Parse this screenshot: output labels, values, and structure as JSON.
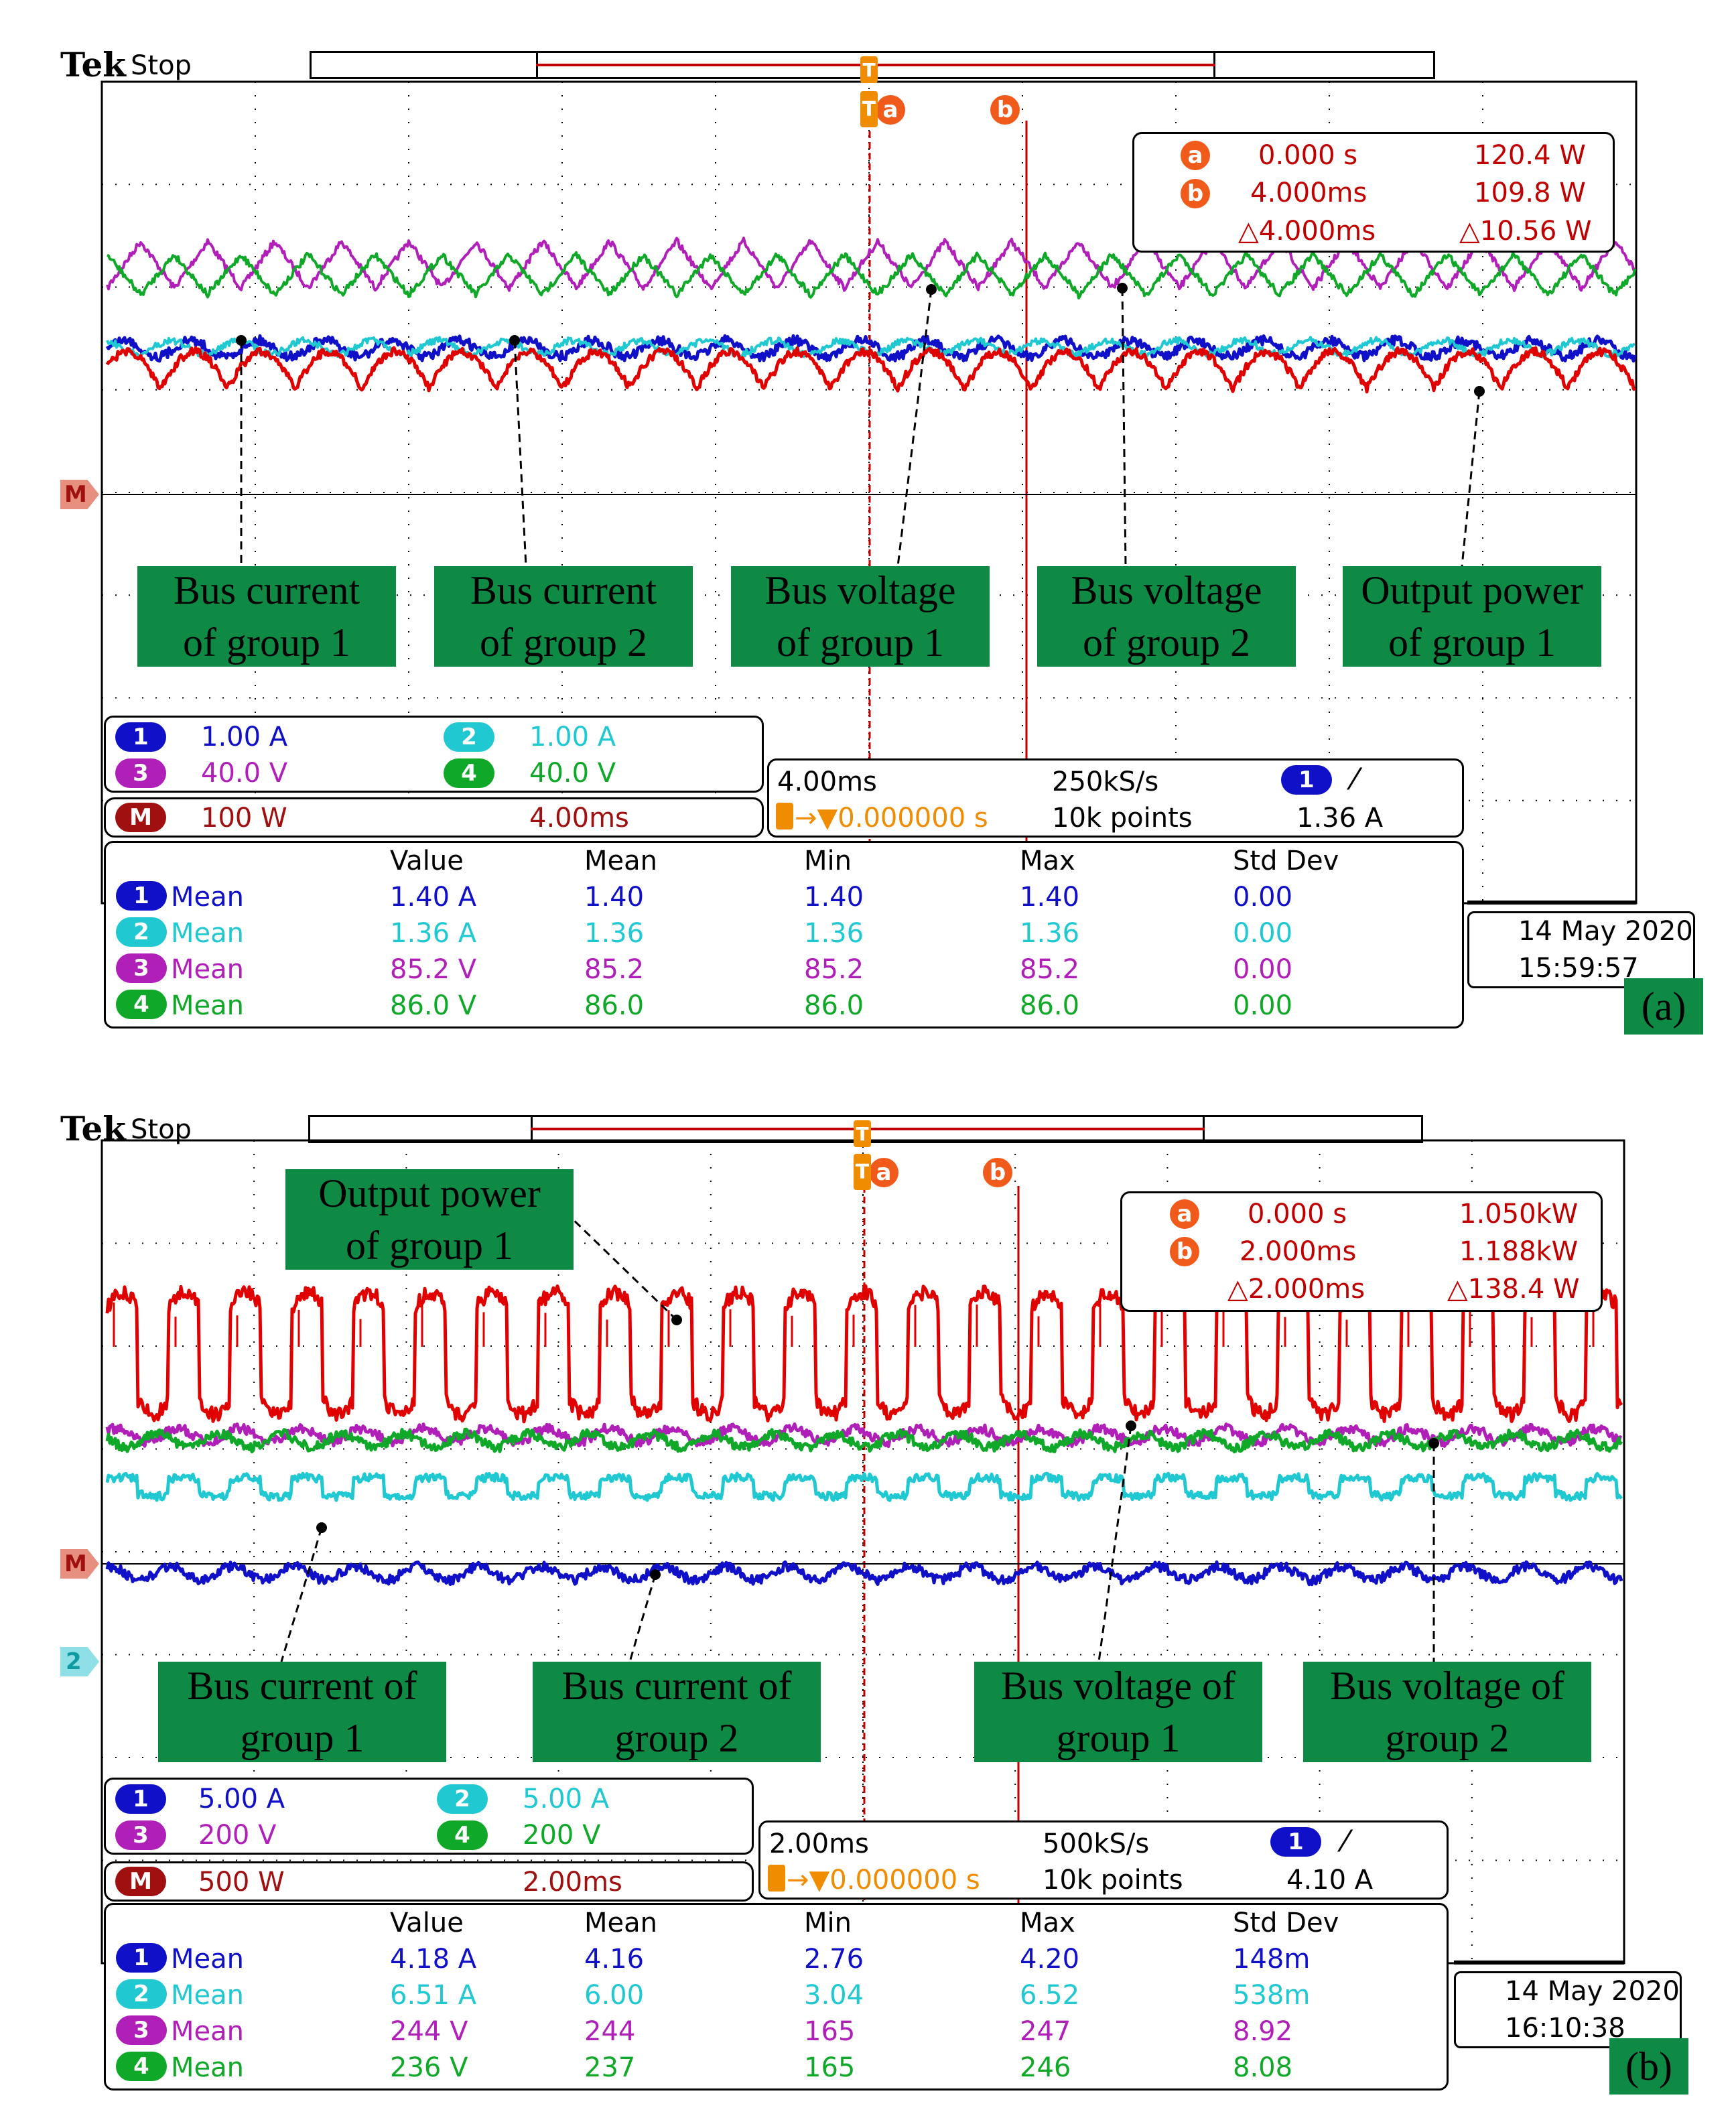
{
  "panels": [
    {
      "id": "a",
      "tek": "Tek",
      "status": "Stop",
      "cursor_a": "a",
      "cursor_b": "b",
      "trigger_marker": "T",
      "cursor_readout": {
        "a_time": "0.000 s",
        "a_value": "120.4 W",
        "b_time": "4.000ms",
        "b_value": "109.8 W",
        "delta_time": "△4.000ms",
        "delta_value": "△10.56 W"
      },
      "m_marker": "M",
      "labels": [
        "Bus current\nof group 1",
        "Bus current\nof group 2",
        "Bus voltage\nof group 1",
        "Bus voltage\nof group 2",
        "Output power\nof group 1"
      ],
      "channels": {
        "ch1": {
          "num": "1",
          "scale": "1.00 A"
        },
        "ch2": {
          "num": "2",
          "scale": "1.00 A"
        },
        "ch3": {
          "num": "3",
          "scale": "40.0 V"
        },
        "ch4": {
          "num": "4",
          "scale": "40.0 V"
        },
        "math": {
          "num": "M",
          "scale": "100 W",
          "time": "4.00ms"
        }
      },
      "timebase": {
        "time": "4.00ms",
        "rate": "250kS/s",
        "trig_ch": "1",
        "trig_slope": "⁄",
        "trig_pos": "→▼0.000000 s",
        "points": "10k points",
        "trig_level": "1.36 A"
      },
      "measure": {
        "headers": [
          "Value",
          "Mean",
          "Min",
          "Max",
          "Std Dev"
        ],
        "rows": [
          {
            "ch": "1",
            "label": "Mean",
            "cells": [
              "1.40 A",
              "1.40",
              "1.40",
              "1.40",
              "0.00"
            ]
          },
          {
            "ch": "2",
            "label": "Mean",
            "cells": [
              "1.36 A",
              "1.36",
              "1.36",
              "1.36",
              "0.00"
            ]
          },
          {
            "ch": "3",
            "label": "Mean",
            "cells": [
              "85.2 V",
              "85.2",
              "85.2",
              "85.2",
              "0.00"
            ]
          },
          {
            "ch": "4",
            "label": "Mean",
            "cells": [
              "86.0 V",
              "86.0",
              "86.0",
              "86.0",
              "0.00"
            ]
          }
        ]
      },
      "date": "14 May  2020",
      "clock": "15:59:57",
      "tag": "(a)"
    },
    {
      "id": "b",
      "tek": "Tek",
      "status": "Stop",
      "cursor_a": "a",
      "cursor_b": "b",
      "trigger_marker": "T",
      "cursor_readout": {
        "a_time": "0.000 s",
        "a_value": "1.050kW",
        "b_time": "2.000ms",
        "b_value": "1.188kW",
        "delta_time": "△2.000ms",
        "delta_value": "△138.4 W"
      },
      "m_marker": "M",
      "ch2_marker": "2",
      "labels": [
        "Output power\nof group 1",
        "Bus current of\ngroup 1",
        "Bus current of\ngroup 2",
        "Bus voltage of\ngroup 1",
        "Bus voltage of\ngroup 2"
      ],
      "channels": {
        "ch1": {
          "num": "1",
          "scale": "5.00 A"
        },
        "ch2": {
          "num": "2",
          "scale": "5.00 A"
        },
        "ch3": {
          "num": "3",
          "scale": "200 V"
        },
        "ch4": {
          "num": "4",
          "scale": "200 V"
        },
        "math": {
          "num": "M",
          "scale": "500 W",
          "time": "2.00ms"
        }
      },
      "timebase": {
        "time": "2.00ms",
        "rate": "500kS/s",
        "trig_ch": "1",
        "trig_slope": "⁄",
        "trig_pos": "→▼0.000000 s",
        "points": "10k points",
        "trig_level": "4.10 A"
      },
      "measure": {
        "headers": [
          "Value",
          "Mean",
          "Min",
          "Max",
          "Std Dev"
        ],
        "rows": [
          {
            "ch": "1",
            "label": "Mean",
            "cells": [
              "4.18 A",
              "4.16",
              "2.76",
              "4.20",
              "148m"
            ]
          },
          {
            "ch": "2",
            "label": "Mean",
            "cells": [
              "6.51 A",
              "6.00",
              "3.04",
              "6.52",
              "538m"
            ]
          },
          {
            "ch": "3",
            "label": "Mean",
            "cells": [
              "244 V",
              "244",
              "165",
              "247",
              "8.92"
            ]
          },
          {
            "ch": "4",
            "label": "Mean",
            "cells": [
              "236 V",
              "237",
              "165",
              "246",
              "8.08"
            ]
          }
        ]
      },
      "date": "14 May  2020",
      "clock": "16:10:38",
      "tag": "(b)"
    }
  ],
  "colors": {
    "ch1": "#1010c8",
    "ch2": "#20c8d2",
    "ch3": "#b020b8",
    "ch4": "#10a828",
    "math": "#e00000",
    "math_badge": "#a01010",
    "cursor": "#c00000",
    "trigger": "#f08c00",
    "label_bg": "#0f8a45"
  }
}
